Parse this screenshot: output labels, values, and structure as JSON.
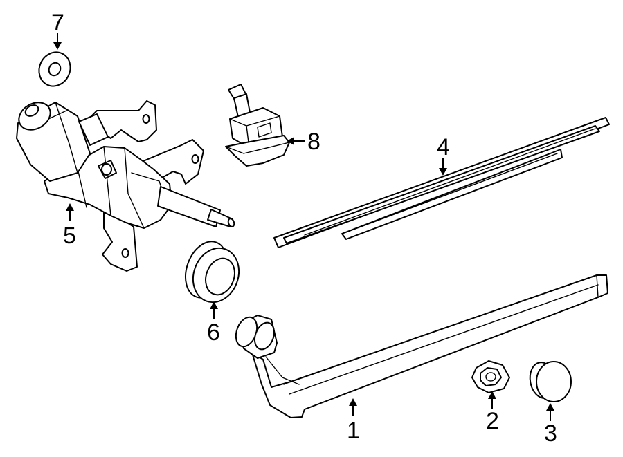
{
  "callouts": {
    "c1": "1",
    "c2": "2",
    "c3": "3",
    "c4": "4",
    "c5": "5",
    "c6": "6",
    "c7": "7",
    "c8": "8"
  },
  "colors": {
    "line": "#000000",
    "fill": "#ffffff"
  }
}
